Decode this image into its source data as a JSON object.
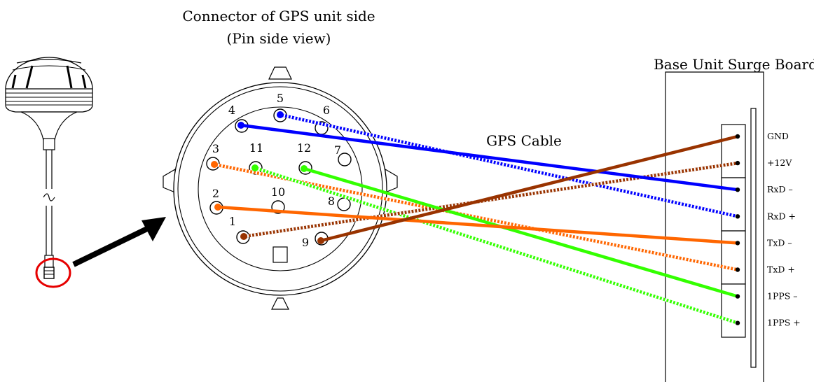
{
  "connector": {
    "title_line1": "Connector of GPS unit side",
    "title_line2": "(Pin side view)",
    "pins": [
      {
        "num": "1"
      },
      {
        "num": "2"
      },
      {
        "num": "3"
      },
      {
        "num": "4"
      },
      {
        "num": "5"
      },
      {
        "num": "6"
      },
      {
        "num": "7"
      },
      {
        "num": "8"
      },
      {
        "num": "9"
      },
      {
        "num": "10"
      },
      {
        "num": "11"
      },
      {
        "num": "12"
      }
    ]
  },
  "board": {
    "title": "Base Unit Surge Board",
    "terminals": [
      "GND",
      "+12V",
      "RxD –",
      "RxD +",
      "TxD –",
      "TxD +",
      "1PPS –",
      "1PPS +"
    ]
  },
  "cable": {
    "label": "GPS Cable"
  },
  "colors": {
    "blue": "#0000ff",
    "brown": "#993300",
    "orange": "#ff6600",
    "green": "#33ff00",
    "highlight": "#e60000"
  },
  "wires": [
    {
      "pin": "4",
      "terminal": "RxD –",
      "color": "blue",
      "style": "solid"
    },
    {
      "pin": "5",
      "terminal": "RxD +",
      "color": "blue",
      "style": "striped"
    },
    {
      "pin": "3",
      "terminal": "TxD +",
      "color": "orange",
      "style": "striped"
    },
    {
      "pin": "2",
      "terminal": "TxD –",
      "color": "orange",
      "style": "solid"
    },
    {
      "pin": "1",
      "terminal": "+12V",
      "color": "brown",
      "style": "striped"
    },
    {
      "pin": "9",
      "terminal": "GND",
      "color": "brown",
      "style": "solid"
    },
    {
      "pin": "11",
      "terminal": "1PPS +",
      "color": "green",
      "style": "striped"
    },
    {
      "pin": "12",
      "terminal": "1PPS –",
      "color": "green",
      "style": "solid"
    }
  ]
}
